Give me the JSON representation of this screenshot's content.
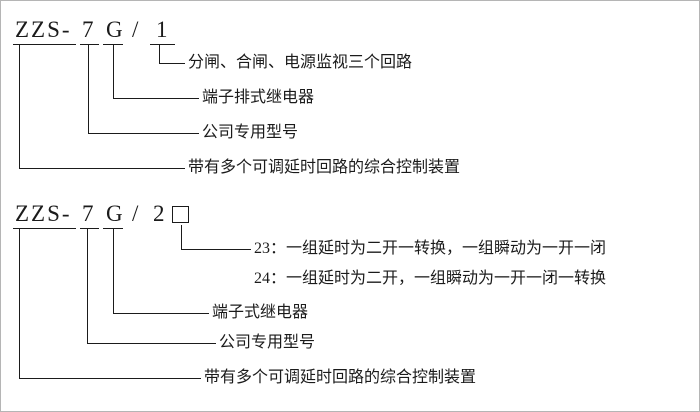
{
  "top": {
    "model": {
      "prefix": "ZZS-",
      "design_code": "7",
      "variant": "G",
      "separator": "/",
      "circuit_code": "1"
    },
    "descriptions": {
      "circuit": "分闸、合闸、电源监视三个回路",
      "relay_type": "端子排式继电器",
      "company_model": "公司专用型号",
      "device": "带有多个可调延时回路的综合控制装置"
    }
  },
  "bottom": {
    "model": {
      "prefix": "ZZS-",
      "design_code": "7",
      "variant": "G",
      "separator": "/",
      "circuit_code": "2"
    },
    "options": {
      "opt23": "23：一组延时为二开一转换，一组瞬动为一开一闭",
      "opt24": "24：一组延时为二开，一组瞬动为一开一闭一转换"
    },
    "descriptions": {
      "relay_type": "端子式继电器",
      "company_model": "公司专用型号",
      "device": "带有多个可调延时回路的综合控制装置"
    }
  }
}
